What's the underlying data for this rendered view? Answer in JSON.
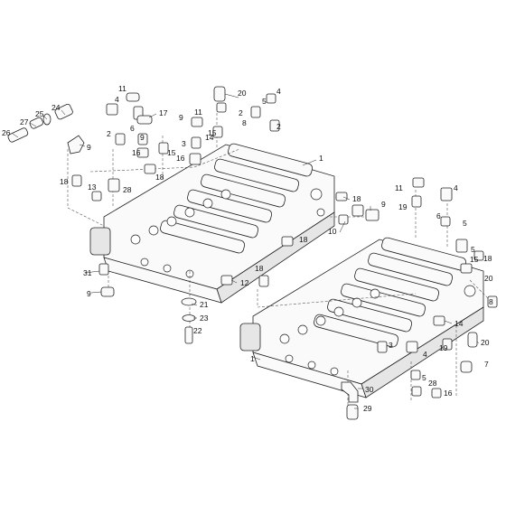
{
  "diagram": {
    "callouts": [
      {
        "id": "c1",
        "text": "26"
      },
      {
        "id": "c2",
        "text": "27"
      },
      {
        "id": "c3",
        "text": "25"
      },
      {
        "id": "c4",
        "text": "24"
      },
      {
        "id": "c5",
        "text": "9"
      },
      {
        "id": "c6",
        "text": "11"
      },
      {
        "id": "c7",
        "text": "4"
      },
      {
        "id": "c8",
        "text": "17"
      },
      {
        "id": "c9",
        "text": "20"
      },
      {
        "id": "c10",
        "text": "4"
      },
      {
        "id": "c11",
        "text": "5"
      },
      {
        "id": "c12",
        "text": "9"
      },
      {
        "id": "c13",
        "text": "11"
      },
      {
        "id": "c14",
        "text": "2"
      },
      {
        "id": "c15",
        "text": "8"
      },
      {
        "id": "c16",
        "text": "2"
      },
      {
        "id": "c17",
        "text": "2"
      },
      {
        "id": "c18",
        "text": "6"
      },
      {
        "id": "c19",
        "text": "9"
      },
      {
        "id": "c20",
        "text": "16"
      },
      {
        "id": "c21",
        "text": "15"
      },
      {
        "id": "c22",
        "text": "3"
      },
      {
        "id": "c23",
        "text": "14"
      },
      {
        "id": "c24",
        "text": "15"
      },
      {
        "id": "c25",
        "text": "16"
      },
      {
        "id": "c26",
        "text": "18"
      },
      {
        "id": "c27",
        "text": "1"
      },
      {
        "id": "c28",
        "text": "18"
      },
      {
        "id": "c29",
        "text": "13"
      },
      {
        "id": "c30",
        "text": "28"
      },
      {
        "id": "c31",
        "text": "11"
      },
      {
        "id": "c32",
        "text": "4"
      },
      {
        "id": "c33",
        "text": "19"
      },
      {
        "id": "c34",
        "text": "18"
      },
      {
        "id": "c35",
        "text": "9"
      },
      {
        "id": "c36",
        "text": "6"
      },
      {
        "id": "c37",
        "text": "5"
      },
      {
        "id": "c38",
        "text": "10"
      },
      {
        "id": "c39",
        "text": "18"
      },
      {
        "id": "c40",
        "text": "5"
      },
      {
        "id": "c41",
        "text": "15"
      },
      {
        "id": "c42",
        "text": "18"
      },
      {
        "id": "c43",
        "text": "20"
      },
      {
        "id": "c44",
        "text": "31"
      },
      {
        "id": "c45",
        "text": "9"
      },
      {
        "id": "c46",
        "text": "18"
      },
      {
        "id": "c47",
        "text": "12"
      },
      {
        "id": "c48",
        "text": "21"
      },
      {
        "id": "c49",
        "text": "23"
      },
      {
        "id": "c50",
        "text": "22"
      },
      {
        "id": "c51",
        "text": "8"
      },
      {
        "id": "c52",
        "text": "14"
      },
      {
        "id": "c53",
        "text": "1"
      },
      {
        "id": "c54",
        "text": "3"
      },
      {
        "id": "c55",
        "text": "19"
      },
      {
        "id": "c56",
        "text": "20"
      },
      {
        "id": "c57",
        "text": "7"
      },
      {
        "id": "c58",
        "text": "4"
      },
      {
        "id": "c59",
        "text": "5"
      },
      {
        "id": "c60",
        "text": "28"
      },
      {
        "id": "c61",
        "text": "16"
      },
      {
        "id": "c62",
        "text": "30"
      },
      {
        "id": "c63",
        "text": "29"
      }
    ]
  }
}
